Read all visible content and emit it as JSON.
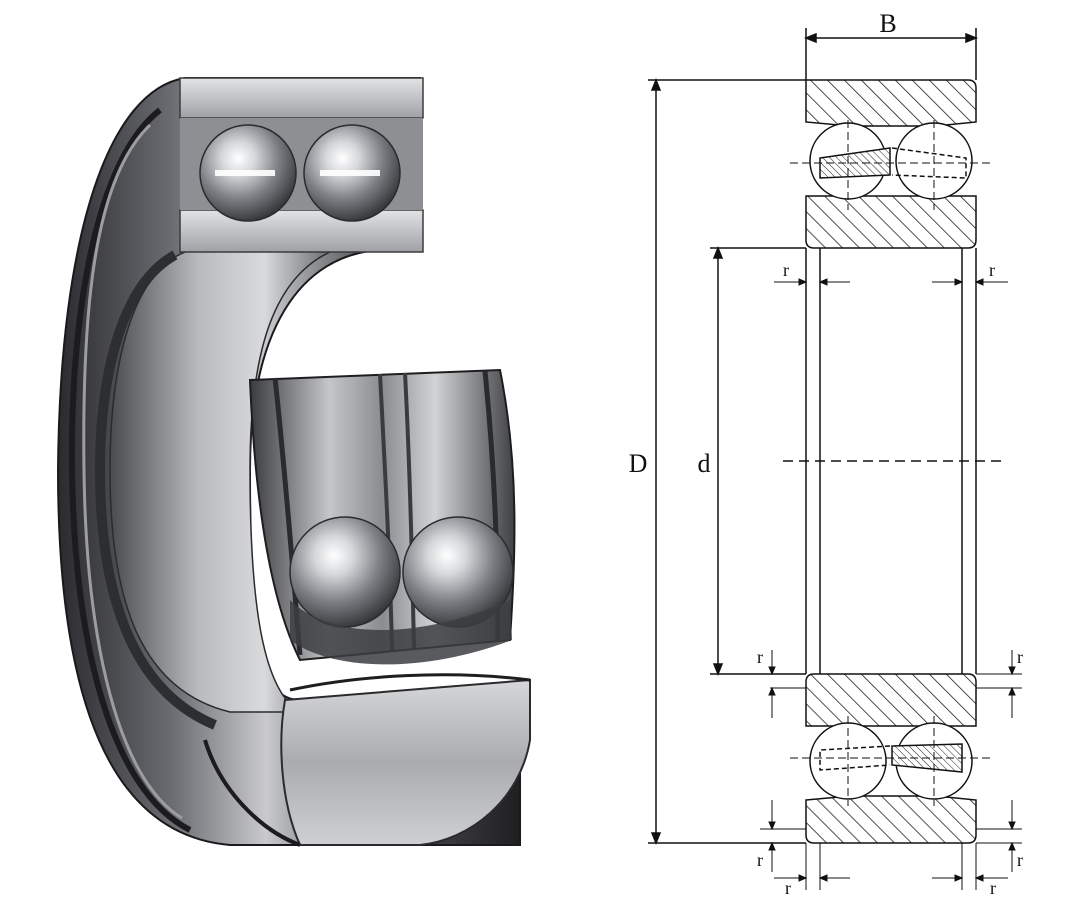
{
  "drawing": {
    "labels": {
      "B": "B",
      "D": "D",
      "d": "d",
      "r": "r"
    },
    "colors": {
      "line": "#111111",
      "hatch": "#222222",
      "steel_dark": "#2a2a2c",
      "steel_mid": "#8d8f93",
      "steel_light": "#e6e7e9"
    }
  },
  "photo": {
    "subject": "bearing-photo"
  }
}
